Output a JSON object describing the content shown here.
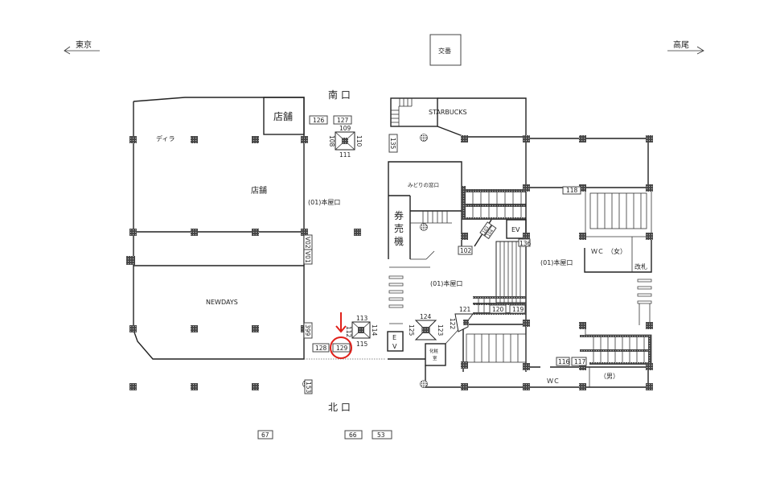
{
  "directions": {
    "left": "東京",
    "right": "高尾"
  },
  "police_box": "交番",
  "entrances": {
    "south": "南 口",
    "north": "北 口"
  },
  "areas": {
    "shop_top": "店舗",
    "shop_main": "店舗",
    "dealer": "ディラ",
    "newdays": "NEWDAYS",
    "starbucks": "STARBUCKS",
    "midori": "みどりの窓口",
    "ticket_machine": [
      "券",
      "売",
      "機"
    ],
    "honya_left": "(01)本屋口",
    "honya_center": "(01)本屋口",
    "honya_right": "(01)本屋口",
    "wc_female": "ＷＣ　（女）",
    "ticket_gate": "改札",
    "wc_male_label": "ＷＣ",
    "male": "（男）",
    "powder_room": [
      "化粧",
      "室"
    ],
    "ev_top": "EV",
    "ev_bottom": [
      "E",
      "V"
    ]
  },
  "signs": {
    "s126": "126",
    "s127": "127",
    "s109": "109",
    "s108": "108",
    "s110": "110",
    "s111": "111",
    "s135": "135",
    "s118": "118",
    "s102": "102",
    "s136": "136",
    "s103": "103",
    "s104": "104",
    "v01": "V01",
    "v02": "V02",
    "s399": "399",
    "s128": "128",
    "s129": "129",
    "s113": "113",
    "s112": "112",
    "s114": "114",
    "s115": "115",
    "s124": "124",
    "s125": "125",
    "s123": "123",
    "s121": "121",
    "s122": "122",
    "s120": "120",
    "s119": "119",
    "s116": "116",
    "s117": "117",
    "s153": "153",
    "s67": "67",
    "s66": "66",
    "s53": "53"
  },
  "highlight": {
    "target_sign": "129",
    "color": "#e0201a"
  }
}
